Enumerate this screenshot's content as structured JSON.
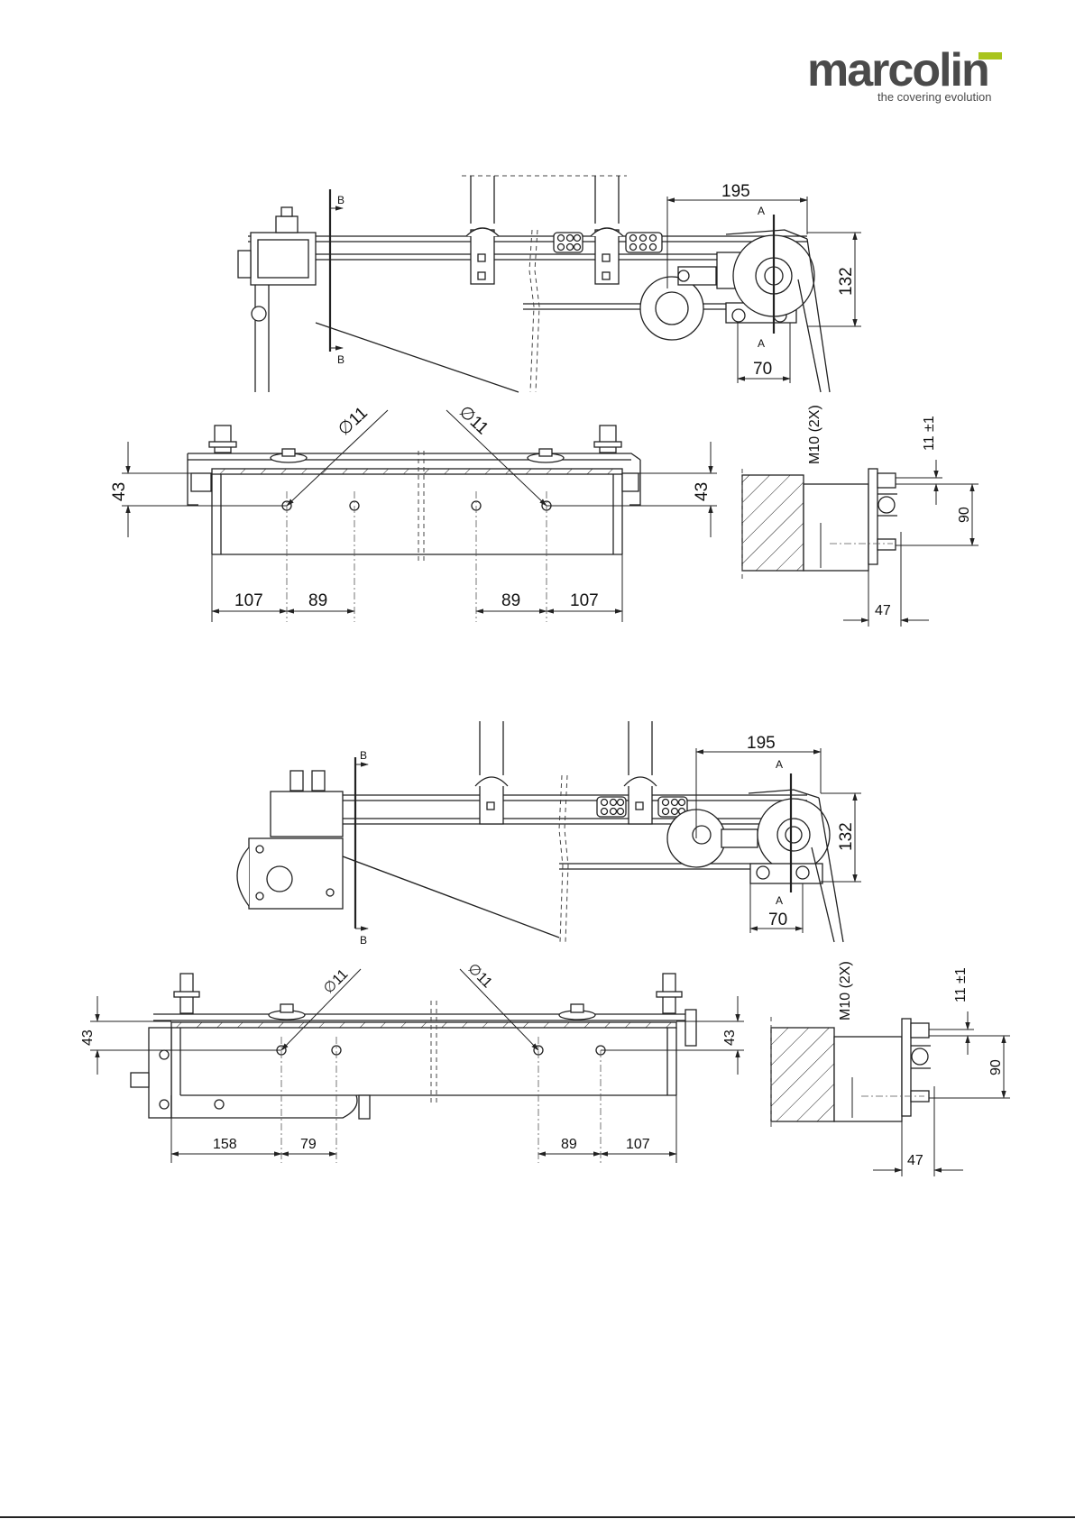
{
  "brand": {
    "name": "marcolin",
    "tagline": "the covering evolution",
    "accent_color": "#a8c41c",
    "text_color": "#4a4a4a"
  },
  "drawing1": {
    "section_b_top": "B",
    "section_b_bottom": "B",
    "section_a_top": "A",
    "section_a_bottom": "A",
    "dim_width": "195",
    "dim_height": "132",
    "dim_offset": "70",
    "dim_hole_left": "∅11",
    "dim_hole_right": "∅11",
    "dim_side_left": "43",
    "dim_side_right": "43",
    "dim_l1": "107",
    "dim_l2": "89",
    "dim_r2": "89",
    "dim_r1": "107",
    "side_thread": "M10 (2X)",
    "side_tol": "11 ±1",
    "side_height": "90",
    "side_width": "47"
  },
  "drawing2": {
    "section_b_top": "B",
    "section_b_bottom": "B",
    "section_a_top": "A",
    "section_a_bottom": "A",
    "dim_width": "195",
    "dim_height": "132",
    "dim_offset": "70",
    "dim_hole_left": "∅11",
    "dim_hole_right": "∅11",
    "dim_side_left": "43",
    "dim_side_right": "43",
    "dim_l1": "158",
    "dim_l2": "79",
    "dim_r2": "89",
    "dim_r1": "107",
    "side_thread": "M10 (2X)",
    "side_tol": "11 ±1",
    "side_height": "90",
    "side_width": "47"
  }
}
